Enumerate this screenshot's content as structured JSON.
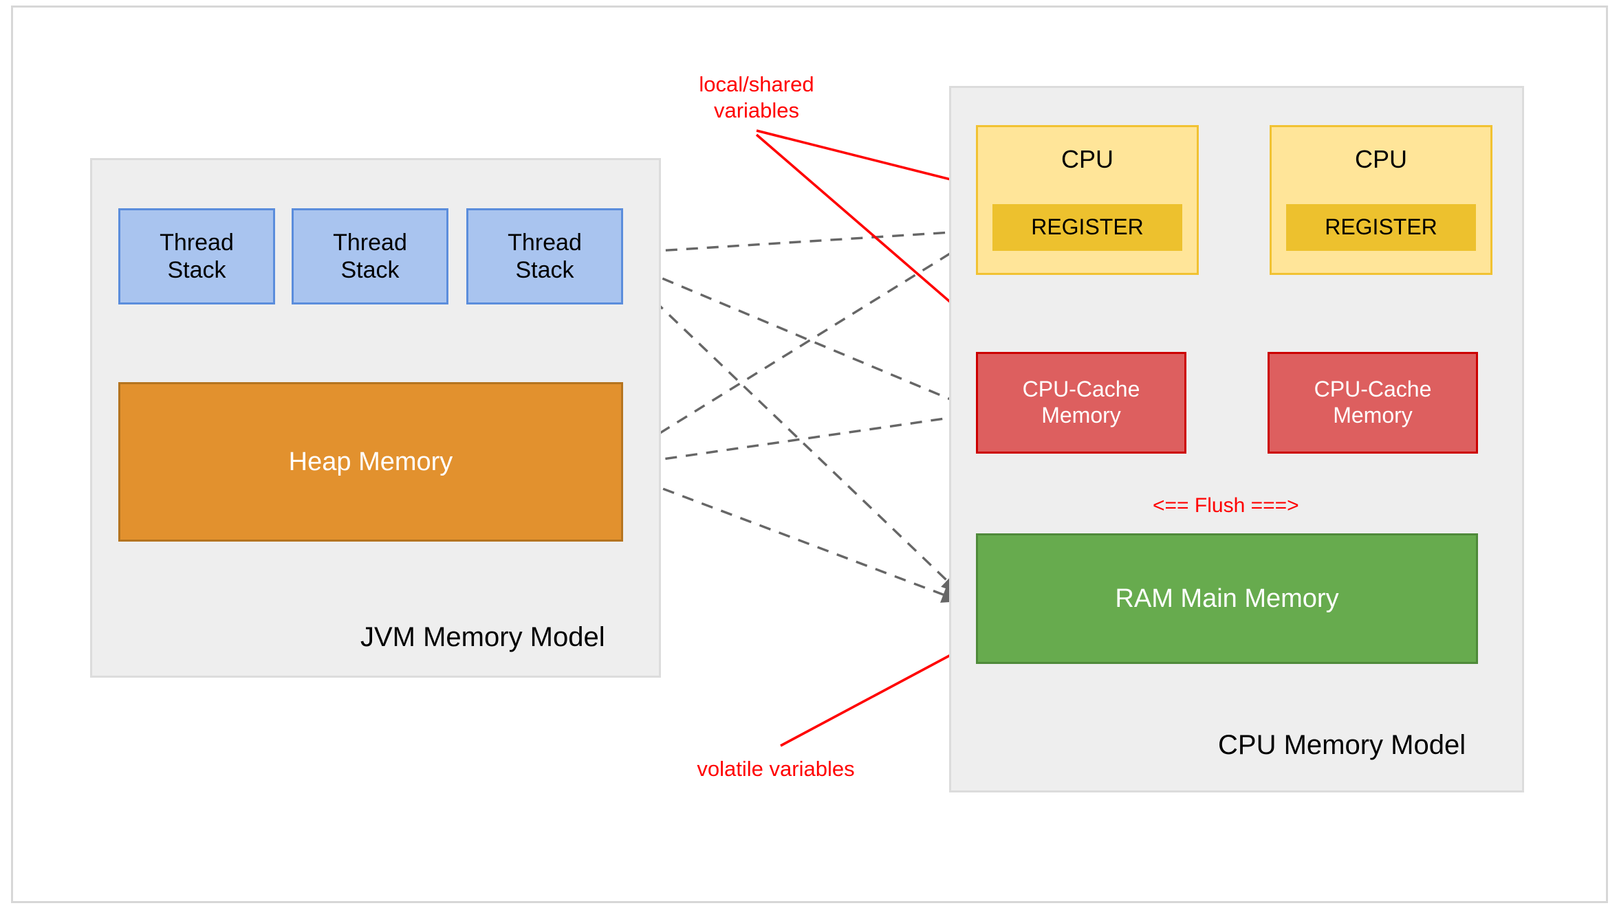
{
  "diagram": {
    "title": "JVM Memory Model and CPU Memory Model",
    "colors": {
      "thread_stack_fill": "#a9c4ef",
      "thread_stack_stroke": "#5b8ddc",
      "heap_fill": "#e2912e",
      "heap_stroke": "#b5741f",
      "cpu_fill": "#ffe599",
      "cpu_stroke": "#f1c232",
      "register_fill": "#edc12e",
      "cache_fill": "#dd5f5f",
      "cache_stroke": "#cc0000",
      "ram_fill": "#67ab4e",
      "ram_stroke": "#4f8a3a",
      "group_fill": "#eeeeee",
      "group_stroke": "#dcdcdc",
      "annotation": "#ff0000",
      "connector": "#666666"
    }
  },
  "jvm_group": {
    "label": "JVM Memory Model",
    "thread_stacks": [
      {
        "label": "Thread\nStack"
      },
      {
        "label": "Thread\nStack"
      },
      {
        "label": "Thread\nStack"
      }
    ],
    "heap": {
      "label": "Heap Memory"
    }
  },
  "cpu_group": {
    "label": "CPU Memory Model",
    "cpus": [
      {
        "label": "CPU",
        "register_label": "REGISTER",
        "cache_label": "CPU-Cache\nMemory"
      },
      {
        "label": "CPU",
        "register_label": "REGISTER",
        "cache_label": "CPU-Cache\nMemory"
      }
    ],
    "ram": {
      "label": "RAM Main Memory"
    },
    "flush_label": "<== Flush ===>"
  },
  "annotations": [
    {
      "name": "local-shared-variables",
      "text": "local/shared\nvariables"
    },
    {
      "name": "volatile-variables",
      "text": "volatile variables"
    }
  ]
}
